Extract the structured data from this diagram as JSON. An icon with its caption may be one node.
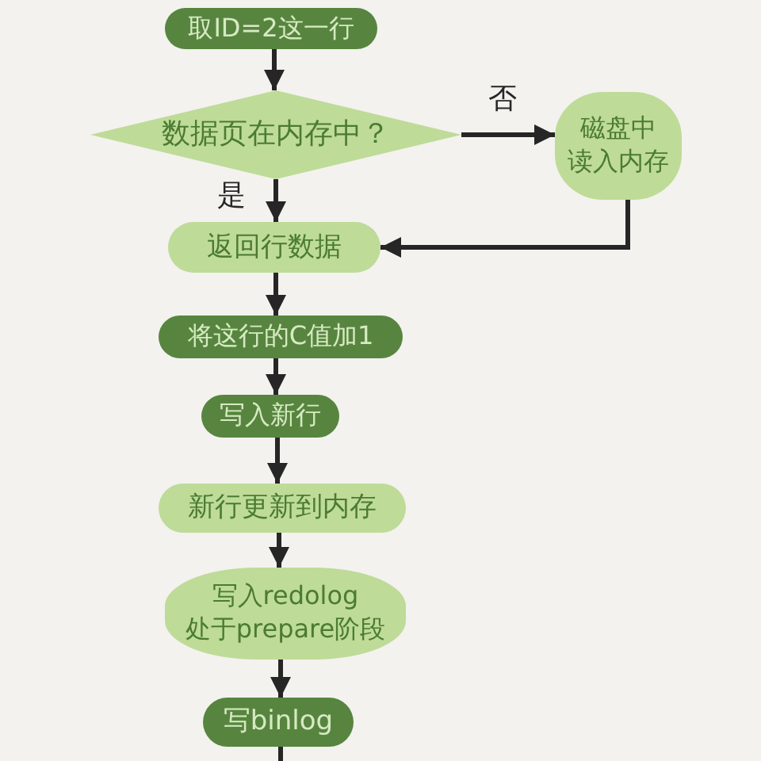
{
  "diagram": {
    "nodes": [
      {
        "text": [
          "取ID=2这一行"
        ]
      },
      {
        "text": [
          "数据页在内存中？"
        ]
      },
      {
        "text": [
          "磁盘中读入内存"
        ]
      },
      {
        "text": [
          "返回行数据"
        ]
      },
      {
        "text": [
          "将这行的C值加1"
        ]
      },
      {
        "text": [
          "写入新行"
        ]
      },
      {
        "text": [
          "新行更新到内存"
        ]
      },
      {
        "text": [
          "写入redolog处于prepare阶段"
        ]
      },
      {
        "text": [
          "写binlog"
        ]
      }
    ],
    "edges": [
      {
        "from": 0,
        "to": 1,
        "arrow": "to"
      },
      {
        "from": 1,
        "to": 2,
        "arrow": "to",
        "label": "否"
      },
      {
        "from": 1,
        "to": 3,
        "arrow": "to",
        "label": "是"
      },
      {
        "from": 2,
        "to": 3,
        "arrow": "to"
      },
      {
        "from": 3,
        "to": 4,
        "arrow": "to"
      },
      {
        "from": 4,
        "to": 5,
        "arrow": "to"
      },
      {
        "from": 5,
        "to": 6,
        "arrow": "to"
      },
      {
        "from": 6,
        "to": 7,
        "arrow": "to"
      },
      {
        "from": 7,
        "to": 8,
        "arrow": "to"
      },
      {
        "from": 8,
        "to": null,
        "arrow": "none"
      }
    ]
  }
}
